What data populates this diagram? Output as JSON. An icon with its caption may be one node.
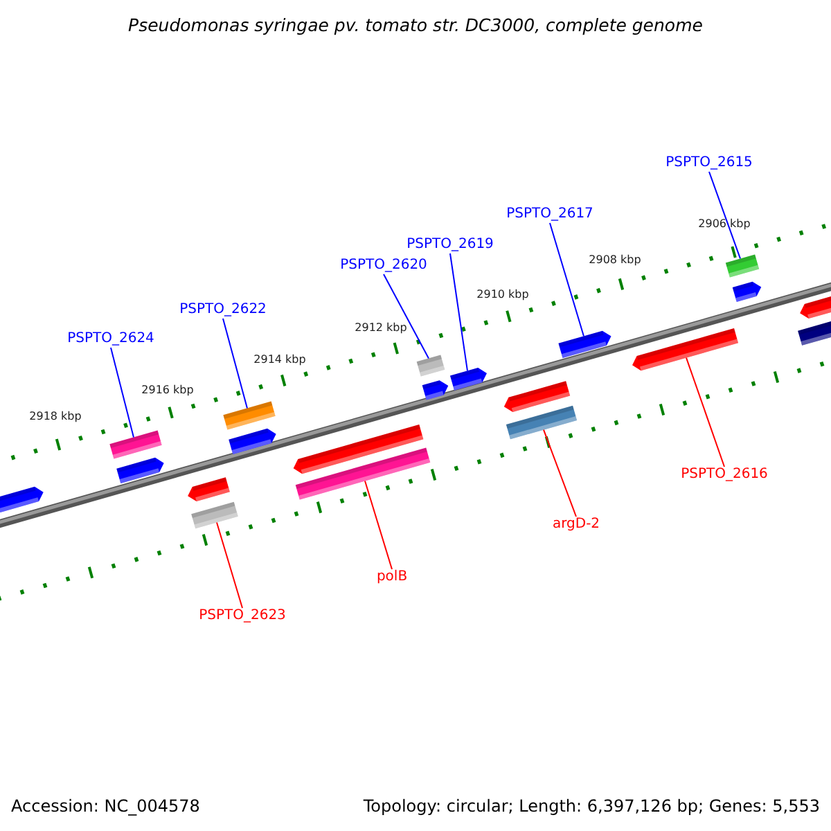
{
  "diagram": {
    "title": "Pseudomonas syringae pv. tomato str. DC3000, complete genome",
    "nodes": [
      {
        "text": [
          "PSPTO_2624"
        ]
      },
      {
        "text": [
          "PSPTO_2622"
        ]
      },
      {
        "text": [
          "PSPTO_2620"
        ]
      },
      {
        "text": [
          "PSPTO_2619"
        ]
      },
      {
        "text": [
          "PSPTO_2617"
        ]
      },
      {
        "text": [
          "PSPTO_2615"
        ]
      },
      {
        "text": [
          "PSPTO_2623"
        ]
      },
      {
        "text": [
          "polB"
        ]
      },
      {
        "text": [
          "argD-2"
        ]
      },
      {
        "text": [
          "PSPTO_2616"
        ]
      },
      {
        "text": [],
        "shape": "arrow"
      },
      {
        "text": [],
        "shape": "bar"
      },
      {
        "text": [],
        "shape": "arrow"
      },
      {
        "text": [],
        "shape": "arrow"
      },
      {
        "text": [],
        "shape": "bar"
      },
      {
        "text": [],
        "shape": "bar"
      },
      {
        "text": [],
        "shape": "arrow"
      },
      {
        "text": [],
        "shape": "arrow"
      },
      {
        "text": [],
        "shape": "bar"
      },
      {
        "text": [],
        "shape": "bar"
      },
      {
        "text": [],
        "shape": "arrow"
      },
      {
        "text": [],
        "shape": "arrow"
      },
      {
        "text": [],
        "shape": "arrow"
      },
      {
        "text": [],
        "shape": "bar"
      },
      {
        "text": [],
        "shape": "arrow"
      },
      {
        "text": [],
        "shape": "arrow"
      },
      {
        "text": [],
        "shape": "bar"
      },
      {
        "text": [],
        "shape": "arrow"
      },
      {
        "text": [],
        "shape": "arrow"
      },
      {
        "text": [],
        "shape": "bar"
      }
    ],
    "edges": [
      {
        "from": 0,
        "to": 11,
        "arrow": "none"
      },
      {
        "from": 1,
        "to": 15,
        "arrow": "none"
      },
      {
        "from": 2,
        "to": 19,
        "arrow": "none"
      },
      {
        "from": 3,
        "to": 21,
        "arrow": "none"
      },
      {
        "from": 4,
        "to": 24,
        "arrow": "none"
      },
      {
        "from": 5,
        "to": 26,
        "arrow": "none"
      },
      {
        "from": 6,
        "to": 14,
        "arrow": "none",
        "color": "#ff0000"
      },
      {
        "from": 7,
        "to": 18,
        "arrow": "none",
        "color": "#ff0000"
      },
      {
        "from": 8,
        "to": 23,
        "arrow": "none",
        "color": "#ff0000"
      },
      {
        "from": 9,
        "to": 25,
        "arrow": "none",
        "color": "#ff0000"
      }
    ],
    "labels": [
      "2918 kbp",
      "2916 kbp",
      "2914 kbp",
      "2912 kbp",
      "2910 kbp",
      "2908 kbp",
      "2906 kbp",
      "Accession: NC_004578",
      "Topology: circular; Length: 6,397,126 bp; Genes: 5,553"
    ]
  }
}
